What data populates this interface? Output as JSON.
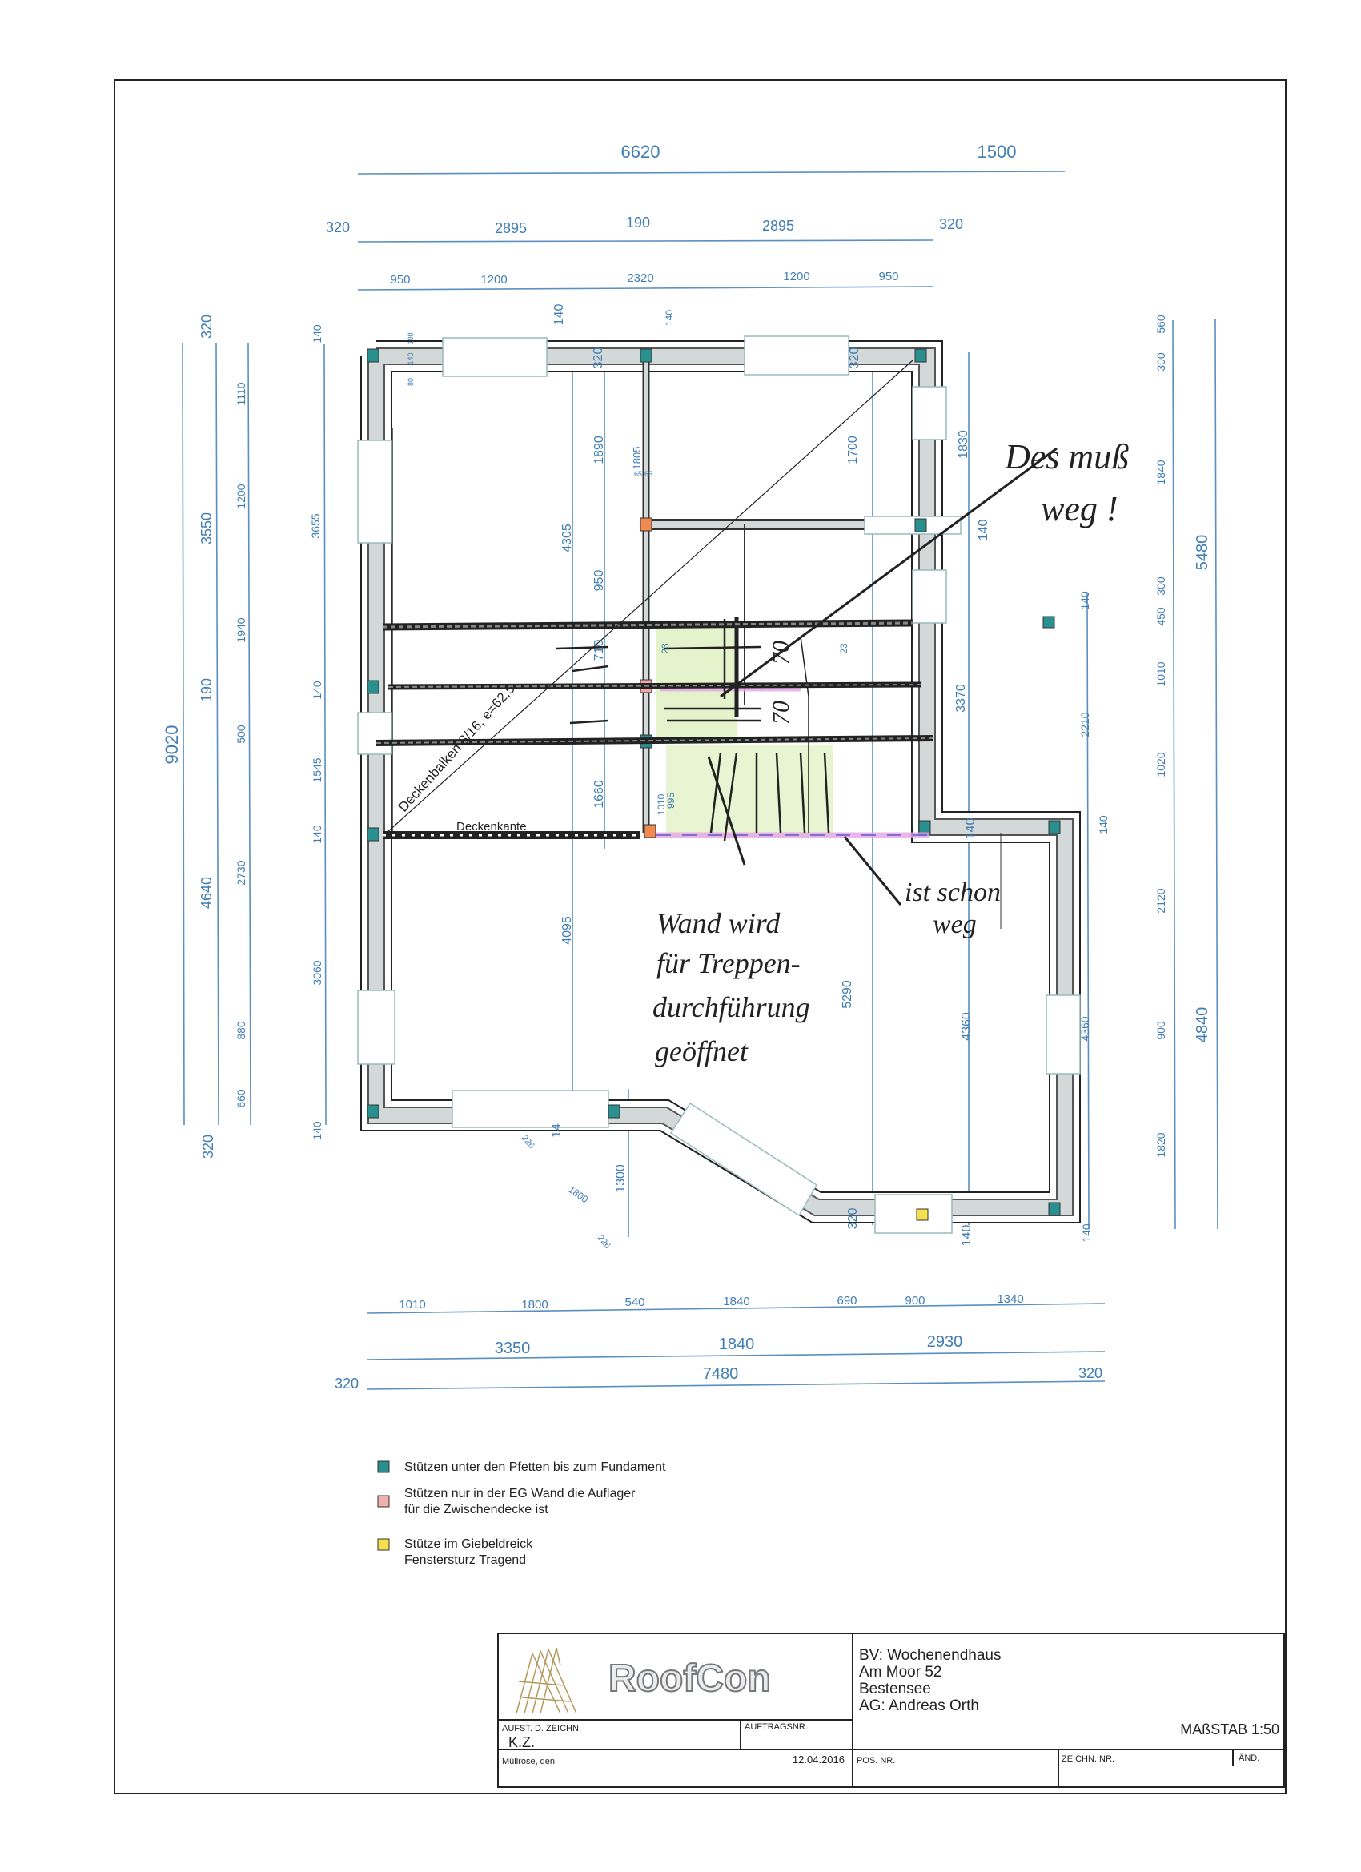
{
  "colors": {
    "dimension": "#3f7db3",
    "column_teal": "#2a8f8f",
    "column_pink": "#f0a6a6",
    "column_orange": "#f08a50",
    "column_yellow": "#f5e04a",
    "wall_gray": "#d3d8d8",
    "stair_green": "#dff0c0",
    "marker_pink": "#e7a6e6"
  },
  "dimensions": {
    "top_overall": [
      "6620",
      "1500"
    ],
    "top_second": [
      "320",
      "2895",
      "190",
      "2895",
      "320"
    ],
    "top_openings": [
      "950",
      "1200",
      "2320",
      "1200",
      "950"
    ],
    "left_total": [
      "9020"
    ],
    "left_second": [
      "320",
      "3550",
      "190",
      "4640",
      "320"
    ],
    "left_openings": [
      "1110",
      "1200",
      "1940",
      "500",
      "2730",
      "880",
      "660"
    ],
    "left_inner": [
      "140",
      "3655",
      "140",
      "1545",
      "140",
      "3060",
      "140"
    ],
    "right_inner": [
      "140",
      "2210",
      "140",
      "4360",
      "140"
    ],
    "right_openings": [
      "560",
      "300",
      "1840",
      "300",
      "450",
      "1010",
      "1020",
      "2120",
      "900",
      "1820"
    ],
    "right_total": [
      "5480",
      "4840"
    ],
    "bottom_openings": [
      "1010",
      "1800",
      "540",
      "1840",
      "690",
      "900",
      "1340"
    ],
    "bottom_second": [
      "3350",
      "1840",
      "2930"
    ],
    "bottom_total": [
      "320",
      "7480",
      "320"
    ],
    "interior": [
      "4305",
      "1890",
      "1805",
      "1700",
      "1830",
      "950",
      "710",
      "1660",
      "4095",
      "5290",
      "4360",
      "14",
      "1300",
      "1800",
      "226",
      "226",
      "320",
      "140",
      "3370",
      "140",
      "140",
      "320",
      "320",
      "100",
      "140",
      "80",
      "65",
      "65",
      "140",
      "140",
      "1010",
      "995",
      "23",
      "23"
    ]
  },
  "plan_labels": {
    "beam_label": "Deckenbalken 8/16, e=62,5",
    "slab_edge": "Deckenkante"
  },
  "handwriting": {
    "note1": [
      "Des muß",
      "weg !"
    ],
    "note2": [
      "Wand wird",
      "für Treppen-",
      "durchführung",
      "geöffnet"
    ],
    "note3": [
      "ist schon",
      "weg"
    ],
    "stair_marks": [
      "70",
      "70"
    ]
  },
  "legend": [
    {
      "color": "#2a8f8f",
      "lines": [
        "Stützen unter den Pfetten bis zum Fundament"
      ]
    },
    {
      "color": "#f0b0b0",
      "lines": [
        "Stützen nur in der EG Wand die Auflager",
        "für die Zwischendecke ist"
      ]
    },
    {
      "color": "#f5e04a",
      "lines": [
        "Stütze im Giebeldreick",
        "Fenstersturz Tragend"
      ]
    }
  ],
  "title_block": {
    "logo": "RoofCon",
    "project": [
      "BV: Wochenendhaus",
      "Am Moor 52",
      "Bestensee",
      "AG: Andreas Orth"
    ],
    "drawn_by_label": "AUFST. D. ZEICHN.",
    "drawn_by": "K.Z.",
    "order_label": "AUFTRAGSNR.",
    "place": "Müllrose, den",
    "date": "12.04.2016",
    "pos_label": "POS. NR.",
    "drawing_no_label": "ZEICHN. NR.",
    "revision_label": "ÄND.",
    "scale": "MAßSTAB 1:50"
  }
}
